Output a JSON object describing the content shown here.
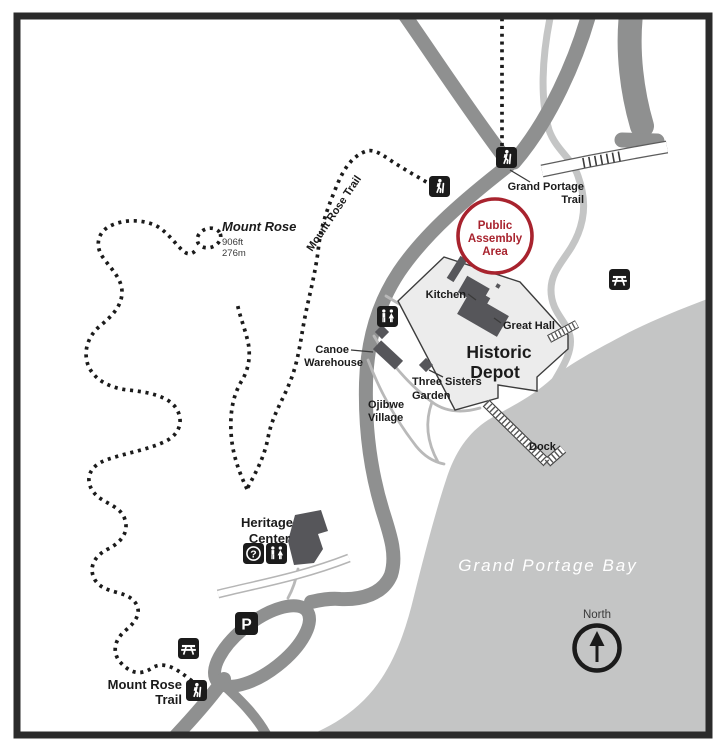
{
  "labels": {
    "mount_rose": "Mount Rose",
    "mount_rose_elev_ft": "906ft",
    "mount_rose_elev_m": "276m",
    "mount_rose_trail_along": "Mount Rose Trail",
    "grand_portage_trail": [
      "Grand Portage",
      "Trail"
    ],
    "public_assembly": [
      "Public",
      "Assembly",
      "Area"
    ],
    "kitchen": "Kitchen",
    "great_hall": "Great Hall",
    "historic_depot": [
      "Historic",
      "Depot"
    ],
    "canoe_warehouse": [
      "Canoe",
      "Warehouse"
    ],
    "three_sisters_garden": [
      "Three Sisters",
      "Garden"
    ],
    "ojibwe_village": [
      "Ojibwe",
      "Village"
    ],
    "dock": "Dock",
    "bay": "Grand Portage Bay",
    "heritage_center": [
      "Heritage",
      "Center"
    ],
    "mount_rose_trailhead": [
      "Mount Rose",
      "Trail"
    ],
    "north": "North"
  },
  "icons": {
    "parking_letter": "P",
    "info_glyph": "?",
    "legend": [
      "hiker-icon",
      "picnic-table-icon",
      "restrooms-icon",
      "information-icon",
      "parking-icon",
      "north-arrow"
    ]
  },
  "colors": {
    "road": "#8f9090",
    "water": "#c4c5c5",
    "depot": "#ececec",
    "building": "#56565a",
    "red": "#a8232e",
    "ink": "#1b1b1b"
  }
}
